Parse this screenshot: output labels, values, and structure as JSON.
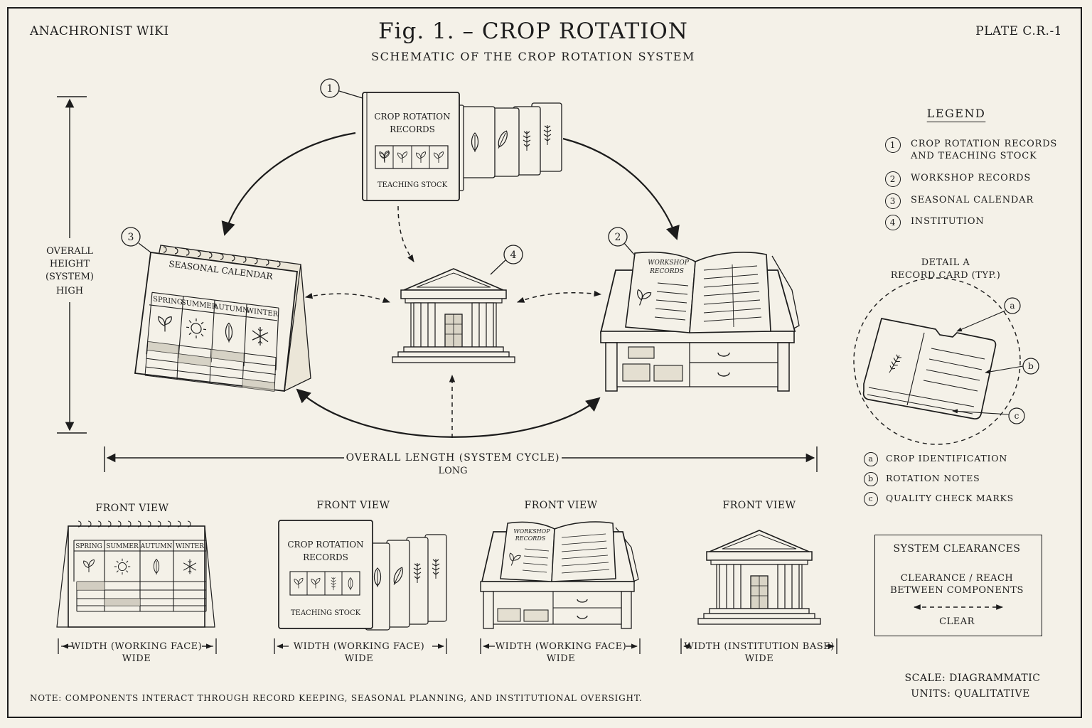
{
  "header": {
    "site_name": "ANACHRONIST WIKI",
    "title": "Fig. 1. – CROP ROTATION",
    "subtitle": "SCHEMATIC OF THE CROP ROTATION SYSTEM",
    "plate_id": "PLATE C.R.-1"
  },
  "components": {
    "records": {
      "number": "1",
      "title_line1": "CROP ROTATION",
      "title_line2": "RECORDS",
      "footer": "TEACHING STOCK"
    },
    "workshop": {
      "number": "2",
      "title_line1": "WORKSHOP",
      "title_line2": "RECORDS"
    },
    "calendar": {
      "number": "3",
      "title": "SEASONAL CALENDAR",
      "seasons": [
        "SPRING",
        "SUMMER",
        "AUTUMN",
        "WINTER"
      ]
    },
    "institution": {
      "number": "4"
    }
  },
  "dimensions": {
    "height_line1": "OVERALL",
    "height_line2": "HEIGHT",
    "height_line3": "(SYSTEM)",
    "height_value": "HIGH",
    "length_label": "OVERALL LENGTH (SYSTEM CYCLE)",
    "length_value": "LONG"
  },
  "front_views": [
    {
      "label": "FRONT VIEW",
      "width_label": "WIDTH (WORKING FACE)",
      "width_value": "WIDE"
    },
    {
      "label": "FRONT VIEW",
      "width_label": "WIDTH (WORKING FACE)",
      "width_value": "WIDE"
    },
    {
      "label": "FRONT VIEW",
      "width_label": "WIDTH (WORKING FACE)",
      "width_value": "WIDE"
    },
    {
      "label": "FRONT VIEW",
      "width_label": "WIDTH (INSTITUTION BASE)",
      "width_value": "WIDE"
    }
  ],
  "legend": {
    "title": "LEGEND",
    "items": [
      {
        "num": "1",
        "line1": "CROP ROTATION RECORDS",
        "line2": "AND TEACHING STOCK"
      },
      {
        "num": "2",
        "line1": "WORKSHOP RECORDS",
        "line2": ""
      },
      {
        "num": "3",
        "line1": "SEASONAL CALENDAR",
        "line2": ""
      },
      {
        "num": "4",
        "line1": "INSTITUTION",
        "line2": ""
      }
    ]
  },
  "detail": {
    "title_line1": "DETAIL A",
    "title_line2": "RECORD CARD (TYP.)",
    "callouts": [
      {
        "key": "a",
        "label": "CROP IDENTIFICATION"
      },
      {
        "key": "b",
        "label": "ROTATION NOTES"
      },
      {
        "key": "c",
        "label": "QUALITY CHECK MARKS"
      }
    ]
  },
  "clearances": {
    "title": "SYSTEM CLEARANCES",
    "line1": "CLEARANCE / REACH",
    "line2": "BETWEEN COMPONENTS",
    "value": "CLEAR"
  },
  "scale": {
    "scale": "SCALE: DIAGRAMMATIC",
    "units": "UNITS: QUALITATIVE"
  },
  "note": "NOTE: COMPONENTS INTERACT THROUGH RECORD KEEPING, SEASONAL PLANNING, AND INSTITUTIONAL OVERSIGHT.",
  "icons": [
    "leaf-icon",
    "sun-icon",
    "snowflake-icon",
    "wheat-icon",
    "arrow-icon"
  ],
  "colors": {
    "ink": "#1c1c1c",
    "paper": "#f4f1e8"
  }
}
